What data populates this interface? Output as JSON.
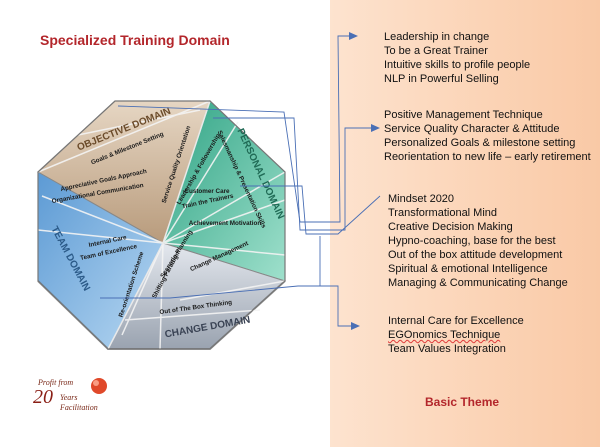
{
  "title": "Specialized Training Domain",
  "basic_theme": "Basic Theme",
  "logo": {
    "line1": "Profit from",
    "number": "20",
    "line2": "Years",
    "line3": "Facilitation"
  },
  "domains": {
    "objective": "OBJECTIVE DOMAIN",
    "personal": "PERSONAL DOMAIN",
    "team": "TEAM DOMAIN",
    "change": "CHANGE DOMAIN"
  },
  "segments": {
    "goals_milestone": "Goals & Milestone Setting",
    "service_quality": "Service Quality Orientation",
    "leadership": "Leadership & Followership",
    "salesmanship": "Salesmanship & Presentation Skills",
    "appreciative": "Appreciative Goals Approach",
    "org_comm": "Organizational Communication",
    "customer_care": "Customer Care",
    "train_trainers": "Train the Trainers",
    "achievement": "Achievement Motivation",
    "internal_care": "Internal Care",
    "team_excellence": "Team of Excellence",
    "scenario": "Scenario Planning",
    "shifting": "Shifting Paradigm",
    "change_mgmt": "Change Management",
    "reorientation": "Re-orientation Scheme",
    "out_of_box": "Out of The Box Thinking"
  },
  "themes": {
    "group1": [
      "Leadership in change",
      "To be a Great Trainer",
      "Intuitive skills to profile people",
      "NLP in Powerful Selling"
    ],
    "group2": [
      "Positive Management Technique",
      "Service Quality Character & Attitude",
      "Personalized Goals & milestone setting",
      "Reorientation to new life – early retirement"
    ],
    "group3": [
      "Mindset 2020",
      "Transformational Mind",
      "Creative Decision Making",
      "Hypno-coaching, base for the best",
      "Out of the box attitude  development",
      "Spiritual & emotional Intelligence",
      "Managing & Communicating Change"
    ],
    "group4": [
      "Internal Care for Excellence",
      "EGOnomics Technique",
      "Team Values  Integration"
    ]
  },
  "colors": {
    "title": "#b3262b",
    "objective": "#d2bca2",
    "personal": "#5fc3a6",
    "team": "#8ebfe6",
    "change": "#c9d0da",
    "connector": "#4a6fb5"
  }
}
